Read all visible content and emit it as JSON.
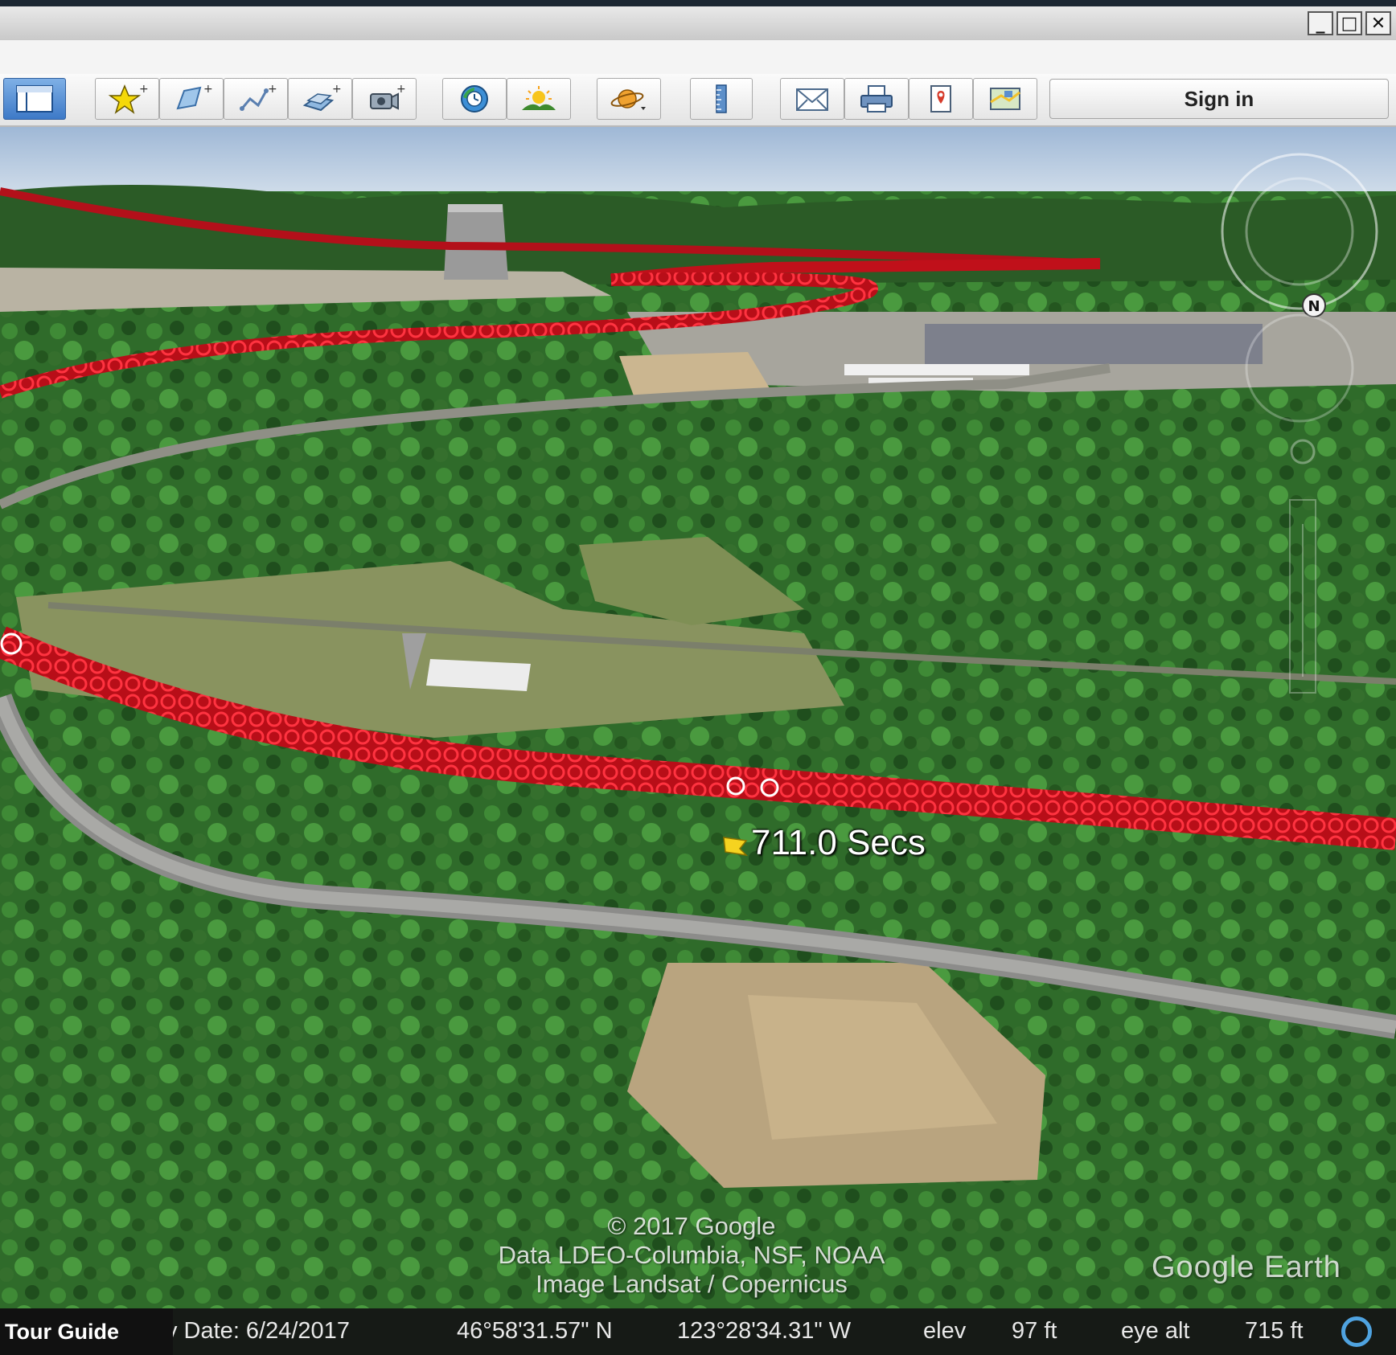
{
  "window": {
    "controls": {
      "minimize": "_",
      "maximize": "□",
      "close": "✕"
    }
  },
  "toolbar": {
    "sign_in_label": "Sign in",
    "icons": [
      "sidebar-toggle-icon",
      "add-placemark-icon",
      "add-polygon-icon",
      "add-path-icon",
      "add-image-overlay-icon",
      "record-tour-icon",
      "historical-imagery-icon",
      "sunlight-icon",
      "planet-switch-icon",
      "ruler-icon",
      "email-icon",
      "print-icon",
      "save-to-maps-icon",
      "view-in-maps-icon"
    ]
  },
  "map": {
    "track_label": "711.0 Secs",
    "attribution": {
      "line1": "© 2017 Google",
      "line2": "Data LDEO-Columbia, NSF, NOAA",
      "line3": "Image Landsat / Copernicus"
    },
    "logo": "Google Earth",
    "compass_north": "N",
    "track_color": "#c0101a"
  },
  "statusbar": {
    "tour_guide": "Tour Guide",
    "imagery_date": "y Date: 6/24/2017",
    "latitude": "46°58'31.57\" N",
    "longitude": "123°28'34.31\" W",
    "elev_label": "elev",
    "elev_value": "97 ft",
    "eye_alt_label": "eye alt",
    "eye_alt_value": "715 ft"
  }
}
